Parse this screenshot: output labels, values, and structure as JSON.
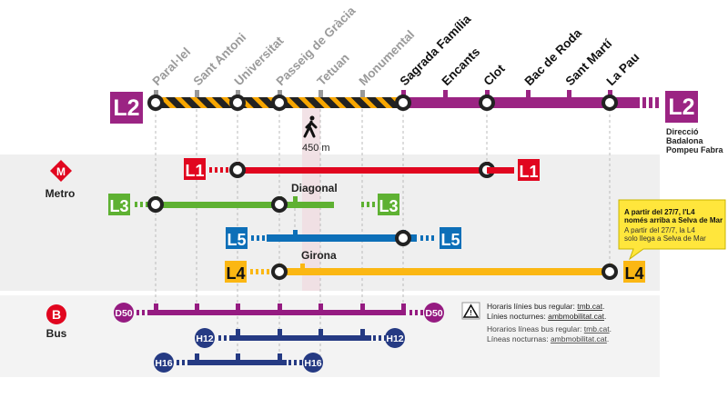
{
  "line_l2": {
    "label": "L2",
    "color": "#9b2483",
    "direction": [
      "Direcció",
      "Badalona",
      "Pompeu Fabra"
    ],
    "closed_stations": [
      "Paral·lel",
      "Sant Antoni",
      "Universitat",
      "Passeig de Gràcia",
      "Tetuan",
      "Monumental"
    ],
    "open_stations": [
      "Sagrada Família",
      "Encants",
      "Clot",
      "Bac de Roda",
      "Sant Martí",
      "La Pau"
    ],
    "walk_distance": "450 m"
  },
  "metro": {
    "section_label": "Metro",
    "icon_letter": "M",
    "lines": [
      {
        "label": "L1",
        "color": "#e1061f"
      },
      {
        "label": "L3",
        "color": "#5eb132",
        "transfer": "Diagonal"
      },
      {
        "label": "L5",
        "color": "#0d6fb8"
      },
      {
        "label": "L4",
        "color": "#fbb713",
        "transfer": "Girona"
      }
    ],
    "notice": {
      "bold": [
        "A partir del 27/7, l'L4",
        "només arriba a Selva de Mar"
      ],
      "normal": [
        "A partir del 27/7, la L4",
        "solo llega a Selva de Mar"
      ]
    }
  },
  "bus": {
    "section_label": "Bus",
    "icon_letter": "B",
    "lines": [
      {
        "label": "D50",
        "color": "#951b81"
      },
      {
        "label": "H12",
        "color": "#253a83"
      },
      {
        "label": "H16",
        "color": "#253a83"
      }
    ],
    "info": {
      "ca_line1": "Horaris línies bus regular: ",
      "ca_link1": "tmb.cat",
      "ca_line2": "Línies nocturnes: ",
      "ca_link2": "ambmobilitat.cat",
      "es_line1": "Horarios líneas bus regular: ",
      "es_link1": "tmb.cat",
      "es_line2": "Líneas nocturnas: ",
      "es_link2": "ambmobilitat.cat"
    }
  }
}
